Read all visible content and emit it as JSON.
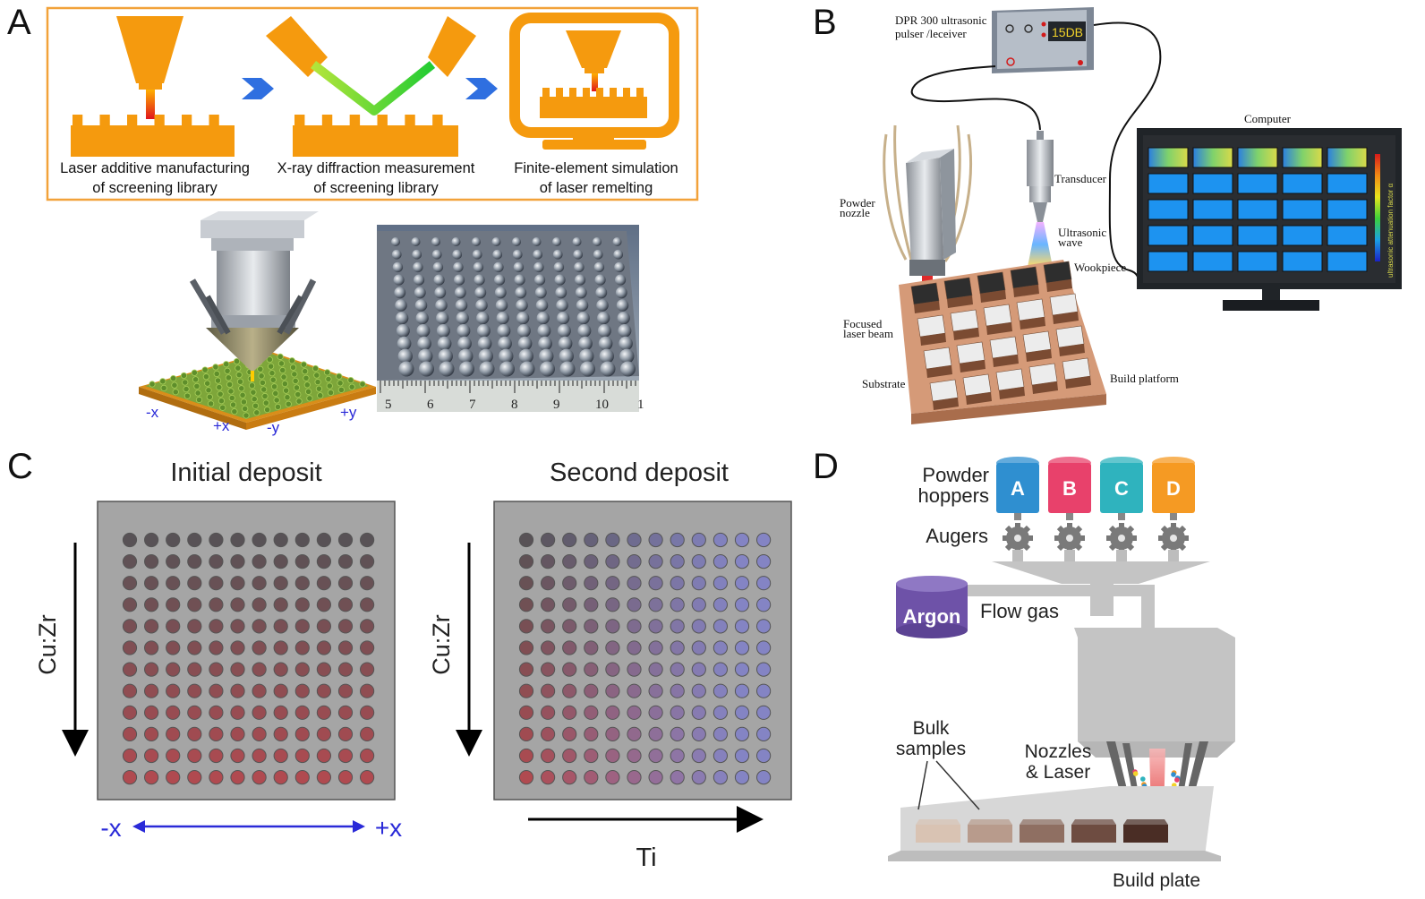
{
  "panels": {
    "a": {
      "letter": "A",
      "steps": [
        {
          "line1": "Laser additive manufacturing",
          "line2": "of screening library"
        },
        {
          "line1": "X-ray diffraction measurement",
          "line2": "of screening library"
        },
        {
          "line1": "Finite-element simulation",
          "line2": "of laser remelting"
        }
      ],
      "axes": {
        "neg_x": "-x",
        "pos_x": "+x",
        "neg_y": "-y",
        "pos_y": "+y"
      },
      "ruler_ticks": [
        "5",
        "6",
        "7",
        "8",
        "9",
        "10",
        "1"
      ]
    },
    "b": {
      "letter": "B",
      "pulser_line1": "DPR 300 ultrasonic",
      "pulser_line2": "pulser /leceiver",
      "pulser_display": "15DB",
      "computer": "Computer",
      "colorbar_label": "ultrasonic attenuation factor α",
      "transducer": "Transducer",
      "powder_nozzle_1": "Powder",
      "powder_nozzle_2": "nozzle",
      "ultrasonic_1": "Ultrasonic",
      "ultrasonic_2": "wave",
      "workpiece": "Wookpiece",
      "focused_1": "Focused",
      "focused_2": "laser beam",
      "substrate": "Substrate",
      "build_platform": "Build platform"
    },
    "c": {
      "letter": "C",
      "left_title": "Initial deposit",
      "right_title": "Second deposit",
      "left_axis": "Cu:Zr",
      "right_axis": "Cu:Zr",
      "neg_x": "-x",
      "pos_x": "+x",
      "ti": "Ti"
    },
    "d": {
      "letter": "D",
      "powder_1": "Powder",
      "powder_2": "hoppers",
      "hoppers": [
        {
          "label": "A",
          "color": "#2f8fd0"
        },
        {
          "label": "B",
          "color": "#e8416b"
        },
        {
          "label": "C",
          "color": "#2fb3be"
        },
        {
          "label": "D",
          "color": "#f59a23"
        }
      ],
      "augers": "Augers",
      "argon": "Argon",
      "flow_gas": "Flow gas",
      "bulk_1": "Bulk",
      "bulk_2": "samples",
      "nozzles_1": "Nozzles",
      "nozzles_2": "& Laser",
      "build_plate": "Build plate"
    }
  },
  "colors": {
    "orange": "#f59a0e",
    "frame": "#f2a23a",
    "chevron": "#2f6fe0",
    "blue_label": "#2a2ad8",
    "plate": "#a5a5a5",
    "argon": "#6e52a8"
  }
}
